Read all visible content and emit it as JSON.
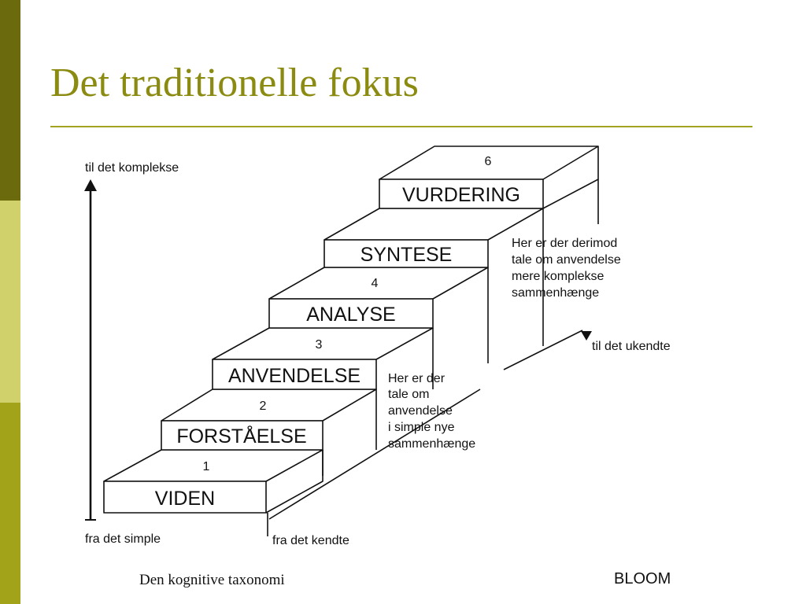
{
  "slide": {
    "title": "Det traditionelle fokus",
    "colors": {
      "accent": "#8b8b12",
      "rule": "#a3a322",
      "sidebar_top": "#6b6b0e",
      "sidebar_middle": "#d1d16c",
      "sidebar_bottom": "#a3a31a"
    }
  },
  "diagram": {
    "axis_top": "til det komplekse",
    "axis_bottom": "fra det simple",
    "depth_front": "fra det kendte",
    "depth_back": "til det ukendte",
    "steps": [
      {
        "number": "1",
        "label": "VIDEN"
      },
      {
        "number": "2",
        "label": "FORSTÅELSE"
      },
      {
        "number": "3",
        "label": "ANVENDELSE"
      },
      {
        "number": "4",
        "label": "ANALYSE"
      },
      {
        "number": "",
        "label": "SYNTESE"
      },
      {
        "number": "6",
        "label": "VURDERING"
      }
    ],
    "note_lower": [
      "Her er der",
      "tale om",
      "anvendelse",
      "i simple nye",
      "sammenhænge"
    ],
    "note_upper": [
      "Her er der derimod",
      "tale om anvendelse",
      "mere komplekse",
      "sammenhænge"
    ]
  },
  "captions": {
    "left": "Den kognitive taxonomi",
    "right": "BLOOM"
  }
}
